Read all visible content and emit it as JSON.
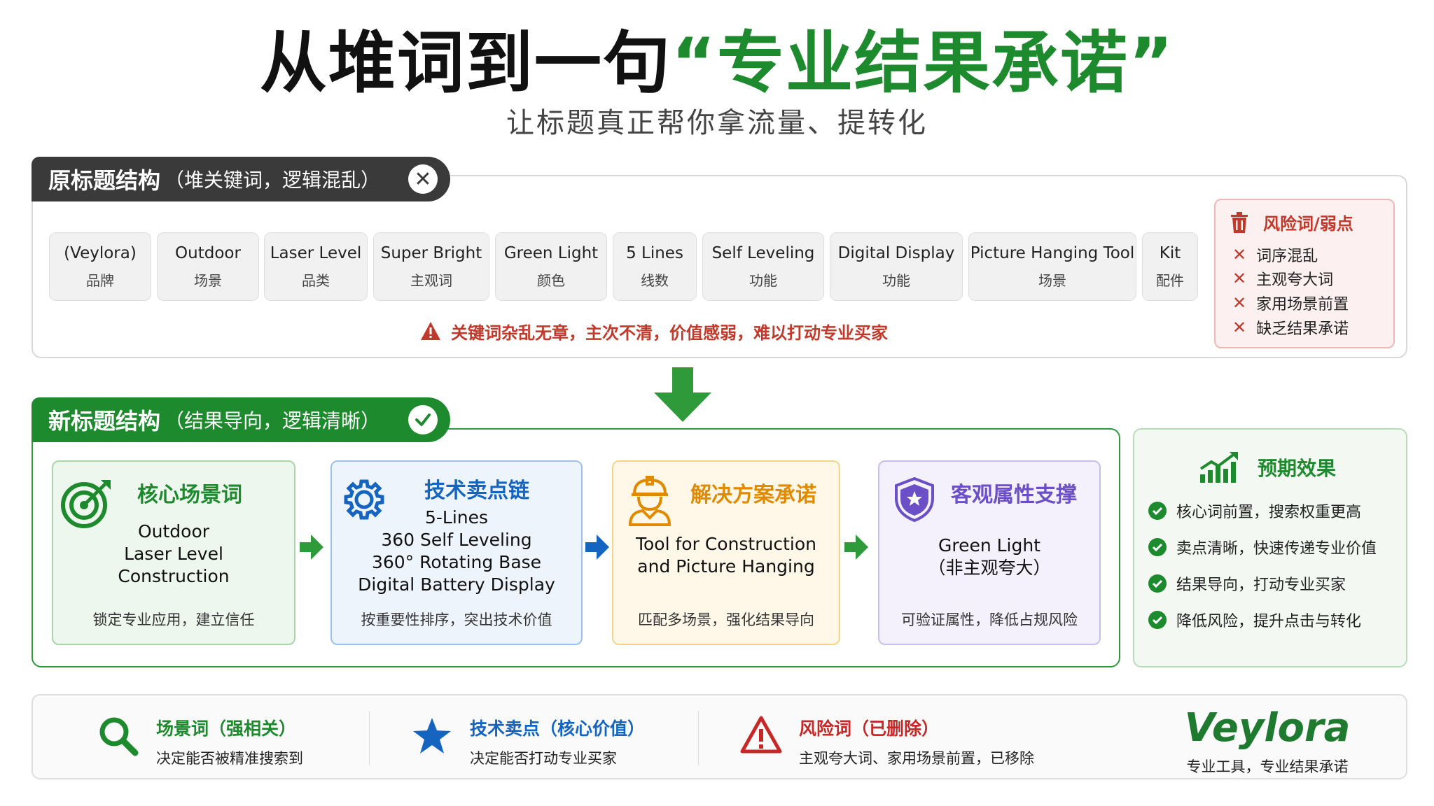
{
  "header": {
    "title_prefix": "从堆词到一句",
    "title_highlight": "“专业结果承诺”",
    "subtitle": "让标题真正帮你拿流量、提转化"
  },
  "old_structure": {
    "tab_title": "原标题结构",
    "tab_note": "（堆关键词，逻辑混乱）",
    "keywords": [
      {
        "name": "(Veylora)",
        "tag": "品牌"
      },
      {
        "name": "Outdoor",
        "tag": "场景"
      },
      {
        "name": "Laser Level",
        "tag": "品类"
      },
      {
        "name": "Super Bright",
        "tag": "主观词"
      },
      {
        "name": "Green Light",
        "tag": "颜色"
      },
      {
        "name": "5 Lines",
        "tag": "线数"
      },
      {
        "name": "Self Leveling",
        "tag": "功能"
      },
      {
        "name": "Digital Display",
        "tag": "功能"
      },
      {
        "name": "Picture Hanging Tool",
        "tag": "场景"
      },
      {
        "name": "Kit",
        "tag": "配件"
      }
    ],
    "warning": "关键词杂乱无章，主次不清，价值感弱，难以打动专业买家",
    "risk": {
      "title": "风险词/弱点",
      "items": [
        "词序混乱",
        "主观夸大词",
        "家用场景前置",
        "缺乏结果承诺"
      ]
    }
  },
  "new_structure": {
    "tab_title": "新标题结构",
    "tab_note": "（结果导向，逻辑清晰）",
    "cards": [
      {
        "title": "核心场景词",
        "lines": [
          "Outdoor",
          "Laser Level",
          "Construction"
        ],
        "foot": "锁定专业应用，建立信任"
      },
      {
        "title": "技术卖点链",
        "lines": [
          "5-Lines",
          "360 Self Leveling",
          "360° Rotating Base",
          "Digital Battery Display"
        ],
        "foot": "按重要性排序，突出技术价值"
      },
      {
        "title": "解决方案承诺",
        "lines": [
          "Tool for Construction",
          "and Picture Hanging"
        ],
        "foot": "匹配多场景，强化结果导向"
      },
      {
        "title": "客观属性支撑",
        "lines": [
          "Green Light",
          "（非主观夸大）"
        ],
        "foot": "可验证属性，降低占规风险"
      }
    ],
    "effects": {
      "title": "预期效果",
      "items": [
        "核心词前置，搜索权重更高",
        "卖点清晰，快速传递专业价值",
        "结果导向，打动专业买家",
        "降低风险，提升点击与转化"
      ]
    }
  },
  "legend": {
    "items": [
      {
        "title": "场景词（强相关）",
        "desc": "决定能否被精准搜索到",
        "color": "#1e8a2e"
      },
      {
        "title": "技术卖点（核心价值）",
        "desc": "决定能否打动专业买家",
        "color": "#1565c0"
      },
      {
        "title": "风险词（已删除）",
        "desc": "主观夸大词、家用场景前置，已移除",
        "color": "#c62828"
      }
    ],
    "brand": "Veylora",
    "slogan": "专业工具，专业结果承诺"
  },
  "colors": {
    "green": "#1e8a2e",
    "blue": "#1565c0",
    "orange": "#e08a00",
    "purple": "#6a4fc7",
    "red": "#c0392b"
  }
}
